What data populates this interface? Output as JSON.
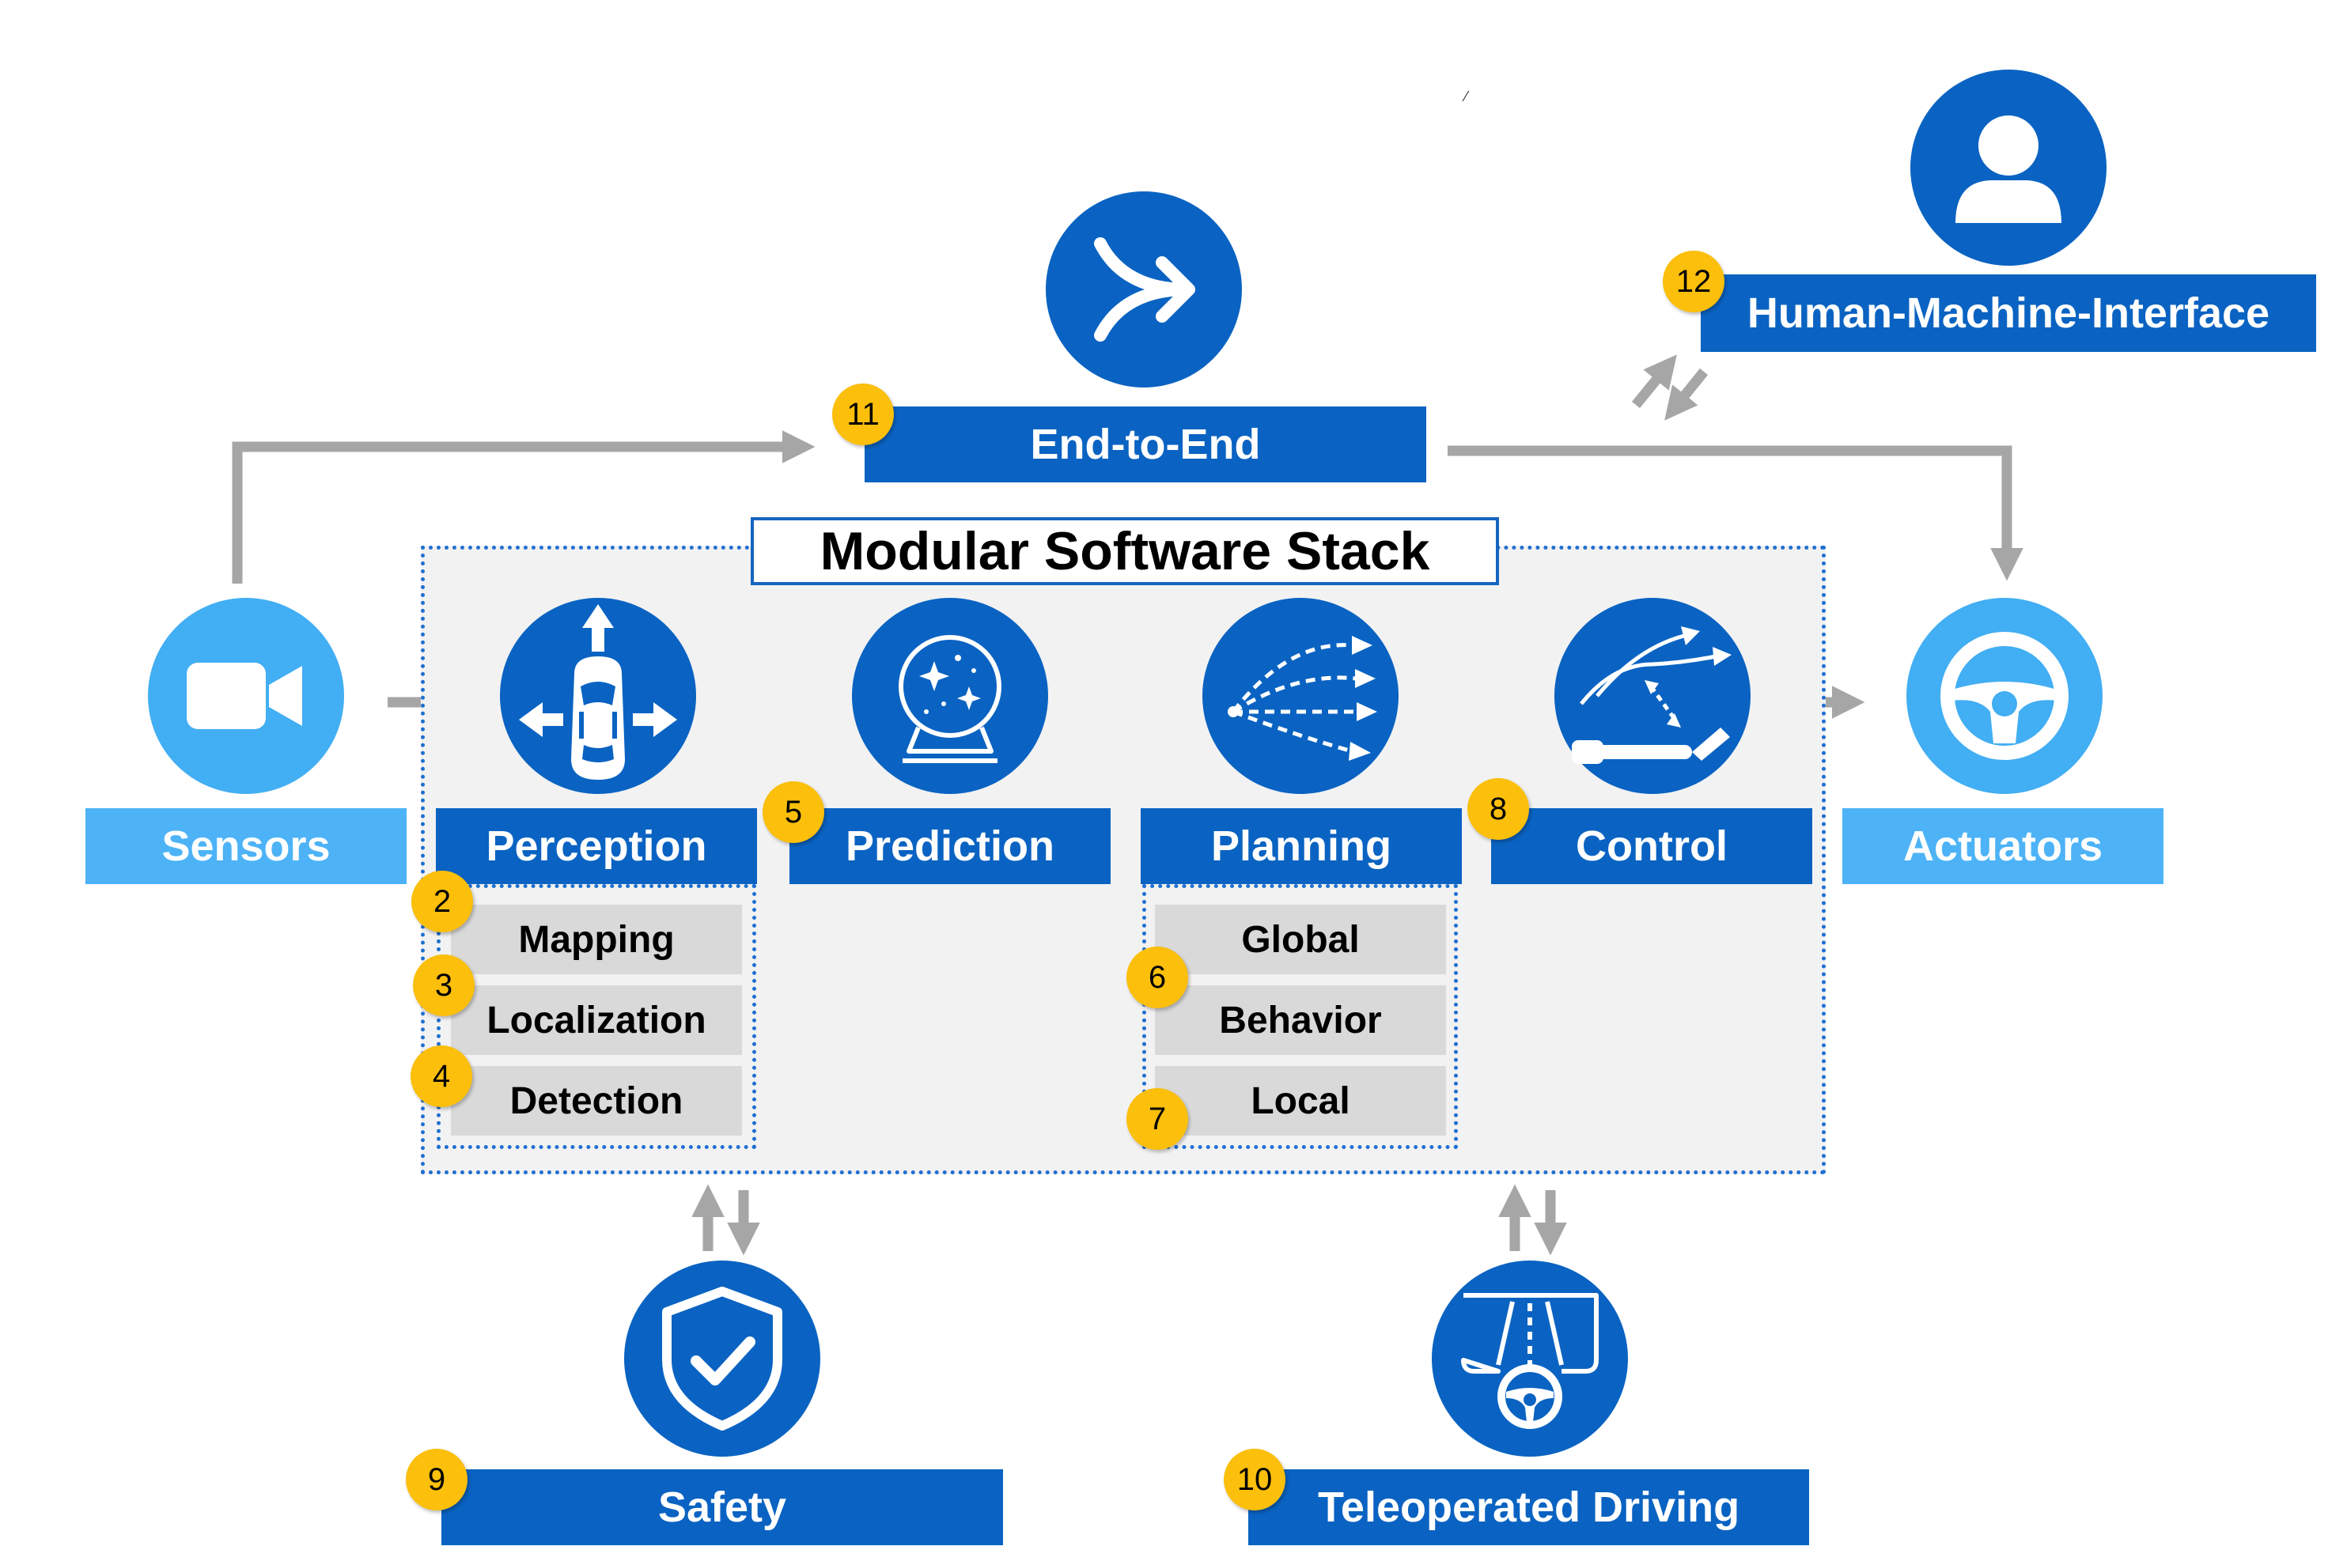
{
  "stack": {
    "title": "Modular Software Stack"
  },
  "nodes": {
    "sensors": "Sensors",
    "perception": "Perception",
    "prediction": "Prediction",
    "planning": "Planning",
    "control": "Control",
    "actuators": "Actuators",
    "end_to_end": "End-to-End",
    "hmi": "Human-Machine-Interface",
    "safety": "Safety",
    "teleoperated": "Teleoperated Driving"
  },
  "perception_sub": [
    "Mapping",
    "Localization",
    "Detection"
  ],
  "planning_sub": [
    "Global",
    "Behavior",
    "Local"
  ],
  "badges": {
    "mapping": "2",
    "localization": "3",
    "detection": "4",
    "prediction": "5",
    "behavior": "6",
    "local": "7",
    "control": "8",
    "safety": "9",
    "teleoperated": "10",
    "end_to_end": "11",
    "hmi": "12"
  },
  "icons": {
    "sensors": "video-camera-icon",
    "perception": "car-directions-icon",
    "prediction": "crystal-ball-icon",
    "planning": "trajectory-fan-icon",
    "control": "path-tracking-icon",
    "actuators": "steering-wheel-icon",
    "end_to_end": "merge-arrow-icon",
    "hmi": "user-icon",
    "safety": "shield-check-icon",
    "teleoperated": "remote-driving-icon"
  },
  "colors": {
    "primary": "#0a63c2",
    "light": "#4db3f6",
    "badge": "#fbbf0c",
    "arrow": "#a6a6a6"
  },
  "stray_mark": "⁄"
}
